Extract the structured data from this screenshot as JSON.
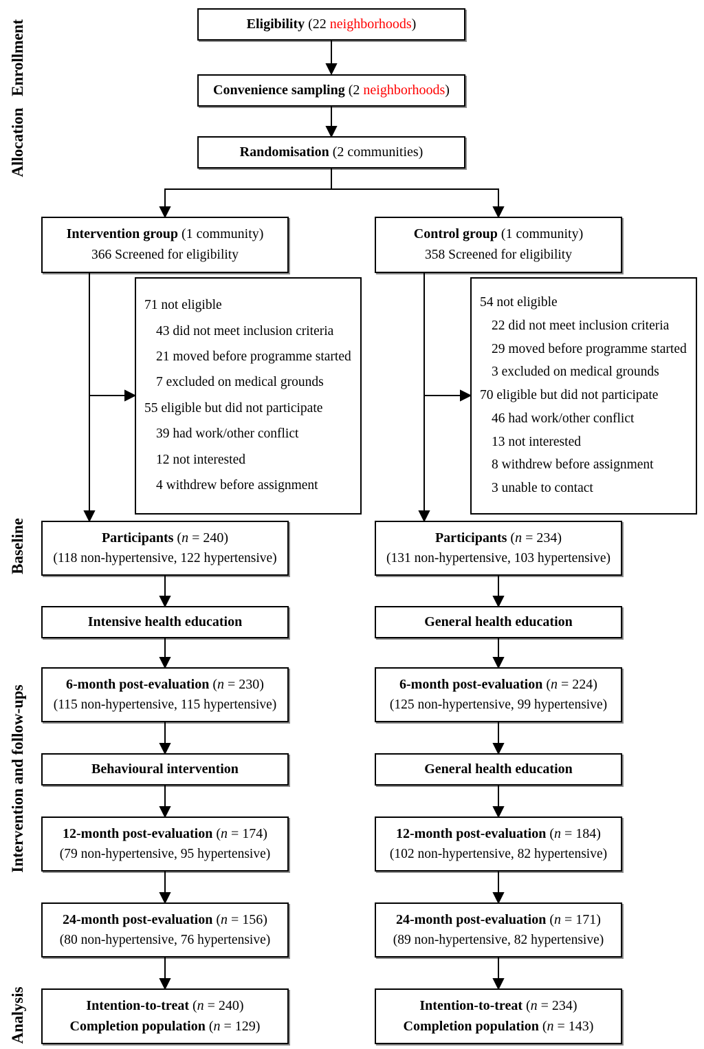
{
  "colors": {
    "highlight_red": "#ff0000",
    "line_black": "#000000",
    "background": "#ffffff"
  },
  "section_labels": [
    {
      "id": "enrollment",
      "label": "Enrollment"
    },
    {
      "id": "allocation",
      "label": "Allocation"
    },
    {
      "id": "baseline",
      "label": "Baseline"
    },
    {
      "id": "intervention_followups",
      "label": "Intervention and follow-ups"
    },
    {
      "id": "analysis",
      "label": "Analysis"
    }
  ],
  "enrollment": {
    "eligibility": {
      "title": "Eligibility",
      "pre": " (22 ",
      "highlight": "neighborhoods",
      "post": ")"
    },
    "sampling": {
      "title": "Convenience sampling",
      "pre": " (2 ",
      "highlight": "neighborhoods",
      "post": ")"
    },
    "randomisation": {
      "title": "Randomisation",
      "rest": " (2 communities)"
    }
  },
  "left": {
    "group": {
      "title": "Intervention group",
      "rest": " (1 community)",
      "screened": "366 Screened for eligibility"
    },
    "exclusions": [
      "71 not eligible",
      "43 did not meet inclusion criteria",
      "21 moved before programme started",
      "7 excluded on medical grounds",
      "55 eligible but did not participate",
      "39 had work/other conflict",
      "12 not interested",
      "4 withdrew before assignment"
    ],
    "participants": {
      "title": "Participants",
      "n_open": " (",
      "n": "n",
      "n_rest": " = 240)",
      "detail": "(118 non-hypertensive, 122 hypertensive)"
    },
    "education1": "Intensive health education",
    "eval6": {
      "title": "6-month post-evaluation",
      "n_open": " (",
      "n": "n",
      "n_rest": " = 230)",
      "detail": "(115 non-hypertensive, 115 hypertensive)"
    },
    "education2": "Behavioural intervention",
    "eval12": {
      "title": "12-month post-evaluation",
      "n_open": " (",
      "n": "n",
      "n_rest": " = 174)",
      "detail": "(79 non-hypertensive, 95 hypertensive)"
    },
    "eval24": {
      "title": "24-month post-evaluation",
      "n_open": " (",
      "n": "n",
      "n_rest": " = 156)",
      "detail": "(80 non-hypertensive, 76 hypertensive)"
    },
    "analysis": {
      "itt": {
        "title": "Intention-to-treat",
        "n_open": " (",
        "n": "n",
        "n_rest": " = 240)"
      },
      "completion": {
        "title": "Completion population",
        "n_open": " (",
        "n": "n",
        "n_rest": " = 129)"
      }
    }
  },
  "right": {
    "group": {
      "title": "Control group",
      "rest": " (1 community)",
      "screened": "358 Screened for eligibility"
    },
    "exclusions": [
      "54 not eligible",
      "22 did not meet inclusion criteria",
      "29 moved before programme started",
      "3 excluded on medical grounds",
      "70 eligible but did not participate",
      "46 had work/other conflict",
      "13 not interested",
      "8 withdrew before assignment",
      "3 unable to contact"
    ],
    "participants": {
      "title": "Participants",
      "n_open": " (",
      "n": "n",
      "n_rest": " = 234)",
      "detail": "(131 non-hypertensive, 103 hypertensive)"
    },
    "education1": "General health education",
    "eval6": {
      "title": "6-month post-evaluation",
      "n_open": " (",
      "n": "n",
      "n_rest": " = 224)",
      "detail": "(125 non-hypertensive, 99 hypertensive)"
    },
    "education2": "General health education",
    "eval12": {
      "title": "12-month post-evaluation",
      "n_open": " (",
      "n": "n",
      "n_rest": " = 184)",
      "detail": "(102 non-hypertensive, 82 hypertensive)"
    },
    "eval24": {
      "title": "24-month post-evaluation",
      "n_open": " (",
      "n": "n",
      "n_rest": " = 171)",
      "detail": "(89 non-hypertensive, 82 hypertensive)"
    },
    "analysis": {
      "itt": {
        "title": "Intention-to-treat",
        "n_open": " (",
        "n": "n",
        "n_rest": " = 234)"
      },
      "completion": {
        "title": "Completion population",
        "n_open": " (",
        "n": "n",
        "n_rest": " = 143)"
      }
    }
  }
}
